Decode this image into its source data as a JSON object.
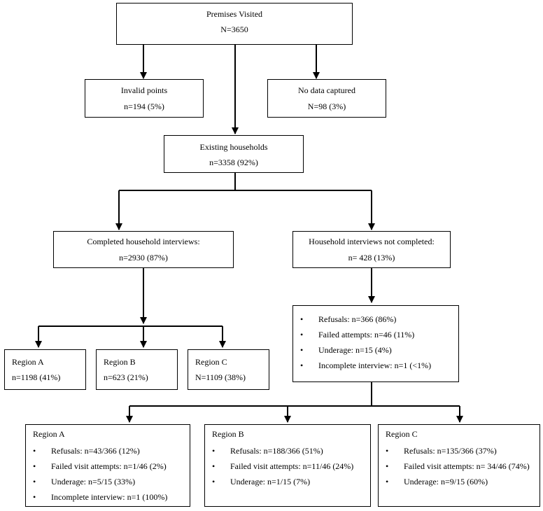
{
  "premises": {
    "title": "Premises Visited",
    "count": "N=3650"
  },
  "invalid": {
    "title": "Invalid points",
    "count": "n=194 (5%)"
  },
  "no_data": {
    "title": "No data captured",
    "count": "N=98 (3%)"
  },
  "existing": {
    "title": "Existing households",
    "count": "n=3358 (92%)"
  },
  "completed": {
    "title": "Completed household interviews:",
    "count": "n=2930 (87%)"
  },
  "not_completed": {
    "title": "Household interviews not completed:",
    "count": "n= 428 (13%)"
  },
  "completed_regions": [
    {
      "title": "Region A",
      "count": "n=1198 (41%)"
    },
    {
      "title": "Region B",
      "count": "n=623 (21%)"
    },
    {
      "title": "Region C",
      "count": "N=1109 (38%)"
    }
  ],
  "not_completed_reasons": [
    "Refusals: n=366 (86%)",
    "Failed attempts: n=46 (11%)",
    "Underage: n=15 (4%)",
    "Incomplete interview: n=1 (<1%)"
  ],
  "noncompletion_regions": [
    {
      "title": "Region A",
      "items": [
        "Refusals: n=43/366 (12%)",
        "Failed visit attempts: n=1/46 (2%)",
        "Underage: n=5/15 (33%)",
        "Incomplete interview: n=1 (100%)"
      ]
    },
    {
      "title": "Region B",
      "items": [
        "Refusals: n=188/366 (51%)",
        "Failed visit attempts: n=11/46 (24%)",
        "Underage: n=1/15 (7%)"
      ]
    },
    {
      "title": "Region C",
      "items": [
        "Refusals: n=135/366 (37%)",
        "Failed visit attempts: n= 34/46 (74%)",
        "Underage: n=9/15 (60%)"
      ]
    }
  ]
}
